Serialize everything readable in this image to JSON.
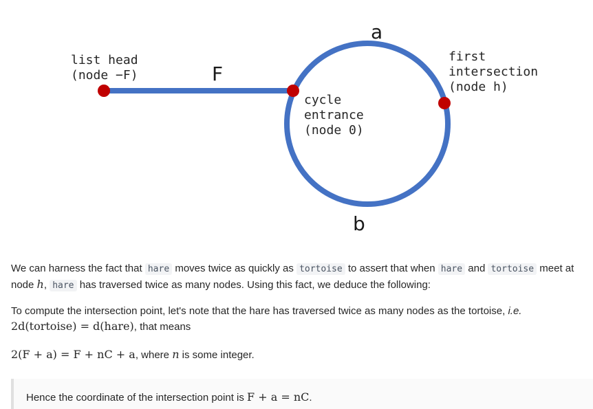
{
  "diagram": {
    "labels": {
      "list_head_line1": "list head",
      "list_head_line2": "(node −F)",
      "F": "F",
      "a": "a",
      "b": "b",
      "cycle_line1": "cycle",
      "cycle_line2": "entrance",
      "cycle_line3": "(node 0)",
      "first_line1": "first",
      "first_line2": "intersection",
      "first_line3": "(node h)"
    },
    "colors": {
      "path": "#4472c4",
      "node": "#c00000"
    }
  },
  "para1": {
    "t1": "We can harness the fact that",
    "c1": "hare",
    "t2": "moves twice as quickly as",
    "c2": "tortoise",
    "t3": "to assert that when",
    "c3": "hare",
    "t4": "and",
    "c4": "tortoise",
    "t5": "meet at",
    "t6": "node",
    "m1": "h",
    "t7": ",",
    "c5": "hare",
    "t8": "has traversed twice as many nodes. Using this fact, we deduce the following:"
  },
  "para2": {
    "t1": "To compute the intersection point, let's note that the hare has traversed twice as many nodes as the tortoise,",
    "ie": "i.e.",
    "m1": "2d(tortoise) = d(hare)",
    "t2": ", that means"
  },
  "para3": {
    "m1": "2(F + a) = F + nC + a",
    "t1": ", where",
    "m2": "n",
    "t2": "is some integer."
  },
  "callout": {
    "t1": "Hence the coordinate of the intersection point is",
    "m1": "F + a = nC",
    "t2": "."
  }
}
